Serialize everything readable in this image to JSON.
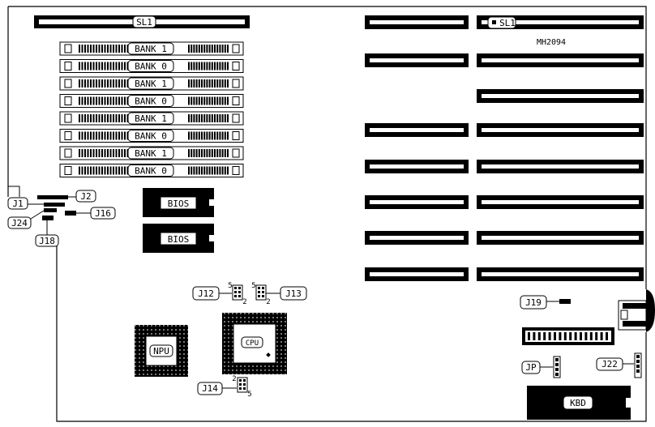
{
  "board_id": "MH2094",
  "sl1_left": "SL1",
  "sl1_right": "SL1",
  "memory_banks": [
    "BANK 1",
    "BANK 0",
    "BANK 1",
    "BANK 0",
    "BANK 1",
    "BANK 0",
    "BANK 1",
    "BANK 0"
  ],
  "bios": [
    "BIOS",
    "BIOS"
  ],
  "chips": {
    "npu": "NPU",
    "cpu": "CPU",
    "kbd": "KBD"
  },
  "jumpers": {
    "j1": "J1",
    "j2": "J2",
    "j24": "J24",
    "j16": "J16",
    "j18": "J18",
    "j12": "J12",
    "j13": "J13",
    "j14": "J14",
    "j19": "J19",
    "jp": "JP",
    "j22": "J22"
  },
  "pin_marks": {
    "j12_top": "5",
    "j12_bottom": "2",
    "j13_top": "5",
    "j13_bottom": "2",
    "j14_top": "2",
    "j14_bottom": "5"
  }
}
